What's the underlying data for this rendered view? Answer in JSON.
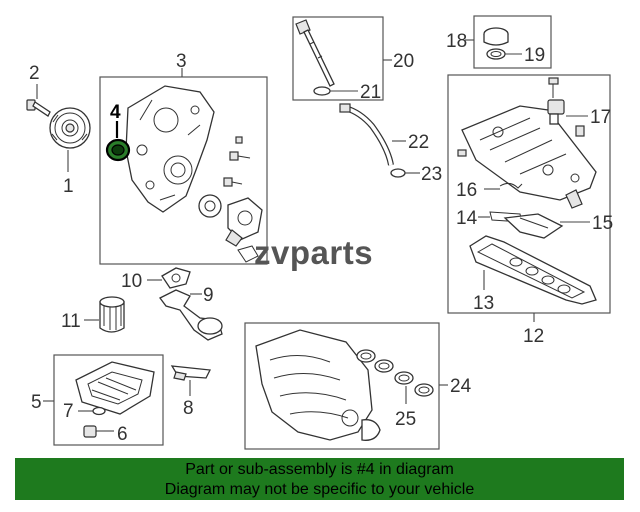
{
  "callouts": {
    "c1": "1",
    "c2": "2",
    "c3": "3",
    "c4": "4",
    "c5": "5",
    "c6": "6",
    "c7": "7",
    "c8": "8",
    "c9": "9",
    "c10": "10",
    "c11": "11",
    "c12": "12",
    "c13": "13",
    "c14": "14",
    "c15": "15",
    "c16": "16",
    "c17": "17",
    "c18": "18",
    "c19": "19",
    "c20": "20",
    "c21": "21",
    "c22": "22",
    "c23": "23",
    "c24": "24",
    "c25": "25"
  },
  "watermark": "zvparts",
  "footer": {
    "line1": "Part or sub-assembly is #4 in diagram",
    "line2": "Diagram may not be specific to your vehicle"
  },
  "colors": {
    "footer_bg": "#1e7a1e",
    "highlight_part": "#2a7d2a"
  }
}
